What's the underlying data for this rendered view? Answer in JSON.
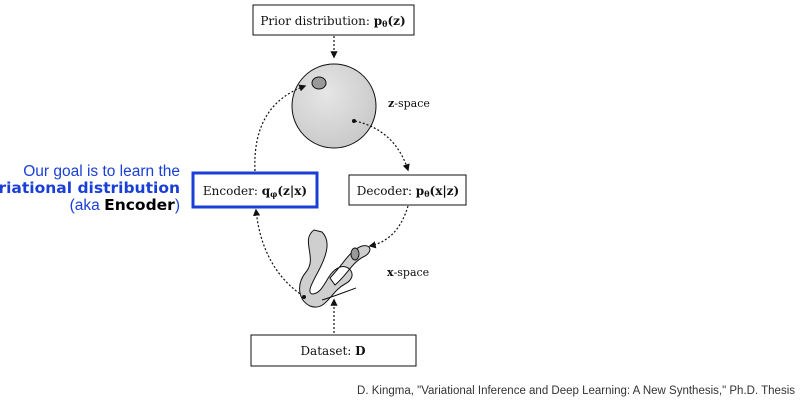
{
  "prior": {
    "prefix": "Prior distribution: ",
    "math": "p",
    "subscript": "θ",
    "args": "(z)"
  },
  "encoder": {
    "prefix": "Encoder: ",
    "math": "q",
    "subscript": "φ",
    "args": "(z|x)"
  },
  "decoder": {
    "prefix": "Decoder: ",
    "math": "p",
    "subscript": "θ",
    "args": "(x|z)"
  },
  "dataset": {
    "prefix": "Dataset: ",
    "value": "D"
  },
  "zspace": {
    "var": "z",
    "label": "-space"
  },
  "xspace": {
    "var": "x",
    "label": "-space"
  },
  "goal": {
    "line1": "Our goal is to learn the",
    "line2": "variational distribution",
    "line3_open": "(aka ",
    "line3_bold": "Encoder",
    "line3_close": ")"
  },
  "citation": "D. Kingma, \"Variational Inference and Deep Learning: A New Synthesis,\" Ph.D. Thesis",
  "colors": {
    "highlight": "#1a3fd6",
    "sphere": "#d9d9d9",
    "blob": "#cfcfcf"
  }
}
